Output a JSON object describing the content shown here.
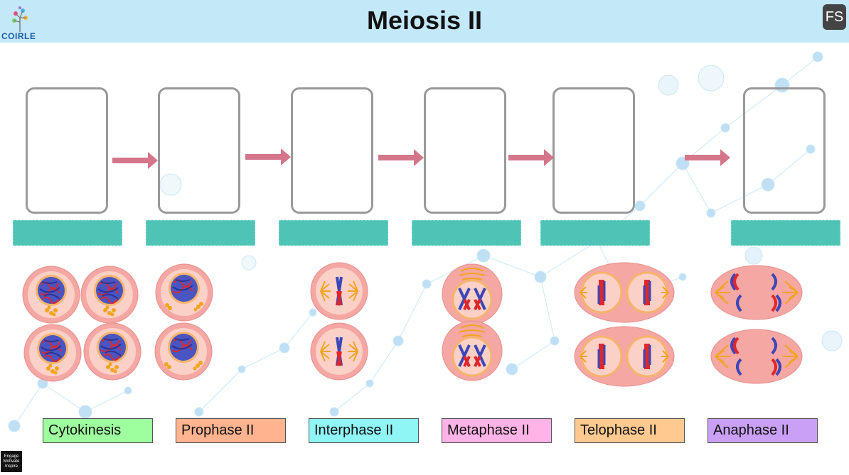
{
  "header": {
    "title": "Meiosis II",
    "logo_text": "COIRLE",
    "fs_label": "FS"
  },
  "labels": [
    {
      "text": "Cytokinesis",
      "color": "#9eff9e"
    },
    {
      "text": "Prophase II",
      "color": "#ffb38f"
    },
    {
      "text": "Interphase II",
      "color": "#8ff5f5"
    },
    {
      "text": "Metaphase II",
      "color": "#ffb3e6"
    },
    {
      "text": "Telophase II",
      "color": "#ffc990"
    },
    {
      "text": "Anaphase II",
      "color": "#c9a0f5"
    }
  ],
  "badge": {
    "line1": "Engage",
    "line2": "Motivate",
    "line3": "Inspire"
  },
  "colors": {
    "header_bg": "#c3e8f8",
    "arrow": "#d4758a",
    "slot": "#4fc4b6",
    "card_border": "#999999",
    "cell_outer": "#f4a7a3",
    "cell_inner": "#fbd0c6",
    "chromosome_blue": "#3b47b8",
    "chromosome_red": "#e0262a",
    "spindle": "#f1a51c"
  }
}
